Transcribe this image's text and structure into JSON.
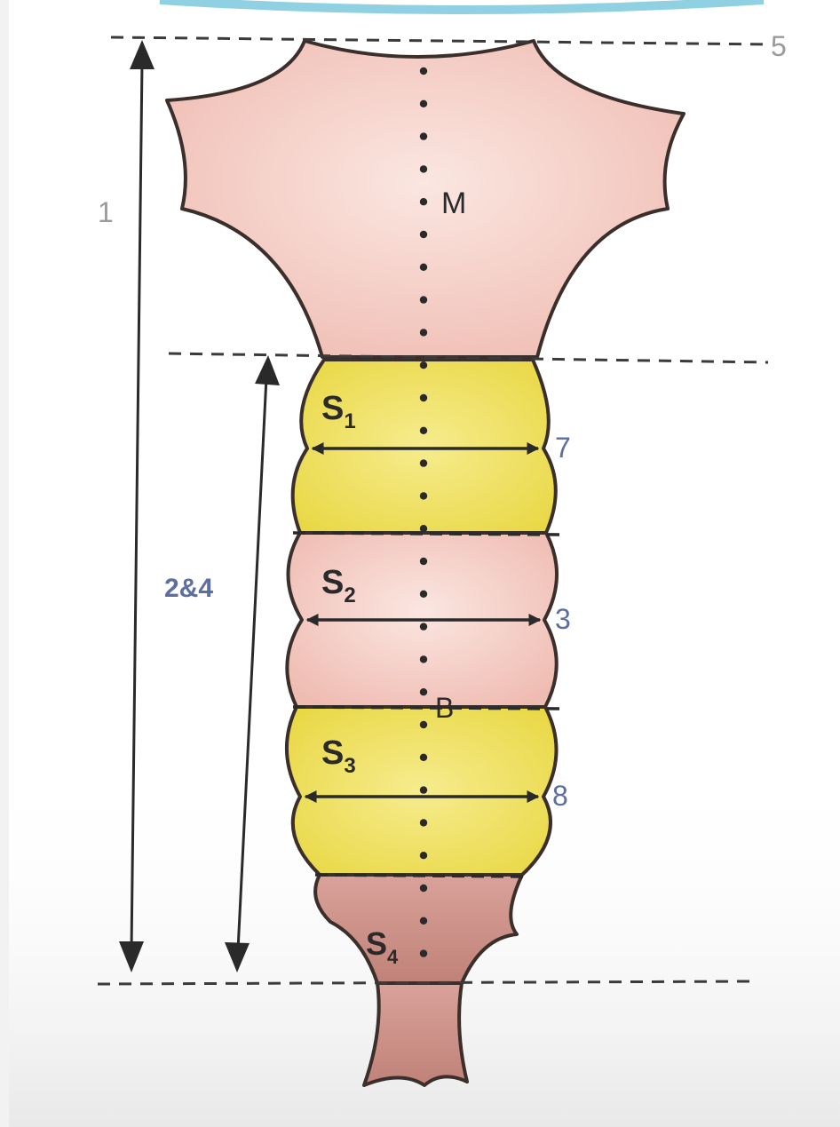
{
  "labels": {
    "measure_1": "1",
    "measure_2and4": "2&4",
    "measure_3": "3",
    "measure_5": "5",
    "measure_7": "7",
    "measure_8": "8",
    "point_M": "M",
    "point_B": "B",
    "segment_1": {
      "base": "S",
      "sub": "1"
    },
    "segment_2": {
      "base": "S",
      "sub": "2"
    },
    "segment_3": {
      "base": "S",
      "sub": "3"
    },
    "segment_4": {
      "base": "S",
      "sub": "4"
    }
  },
  "colors": {
    "background": "#ffffff",
    "pink_body": "#f2c7be",
    "yellow_segment": "#f0e263",
    "dark_pink_tail": "#c98e86",
    "outline": "#3b2f2c",
    "label_dark": "#2a2a2a",
    "label_blue": "#5d6ea0",
    "dashed_line": "#3a3a3a",
    "top_accent": "#7ec8dc"
  }
}
